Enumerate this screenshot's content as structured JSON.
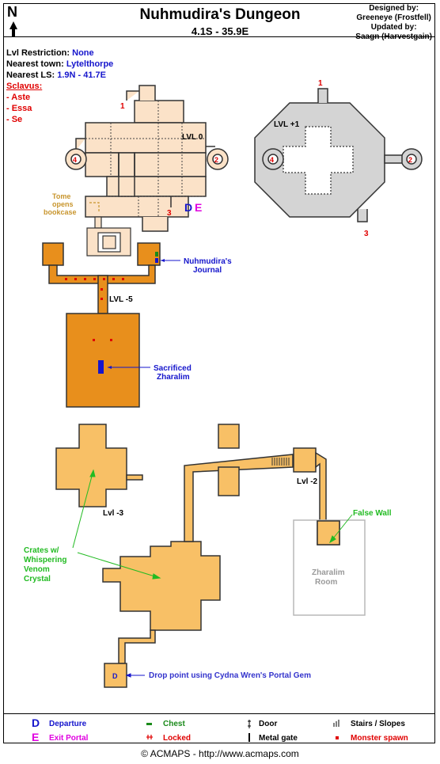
{
  "header": {
    "title": "Nuhmudira's Dungeon",
    "coords": "4.1S - 35.9E",
    "north": "N",
    "credits": [
      "Designed by:",
      "Greeneye (Frostfell)",
      "Updated by:",
      "Saagn (Harvestgain)"
    ]
  },
  "info": {
    "restriction_label": "Lvl Restriction:",
    "restriction_value": "None",
    "town_label": "Nearest town:",
    "town_value": "Lytelthorpe",
    "ls_label": "Nearest LS:",
    "ls_value": "1.9N - 41.7E",
    "boss_title": "Sclavus:",
    "boss_items": [
      "- Aste",
      "- Essa",
      "- Se"
    ]
  },
  "map": {
    "level0": "LVL 0",
    "level_plus1": "LVL +1",
    "level_minus5": "LVL -5",
    "level_minus3": "Lvl -3",
    "level_minus2": "Lvl -2",
    "tome": [
      "Tome",
      "opens",
      "bookcase"
    ],
    "journal": [
      "Nuhmudira's",
      "Journal"
    ],
    "sacrificed": [
      "Sacrificed",
      "Zharalim"
    ],
    "crates": [
      "Crates w/",
      "Whispering",
      "Venom",
      "Crystal"
    ],
    "false_wall": "False Wall",
    "zharalim_room": [
      "Zharalim",
      "Room"
    ],
    "drop_point": "Drop point using Cydna Wren's Portal Gem",
    "markers": {
      "one": "1",
      "two": "2",
      "three": "3",
      "four": "4",
      "d": "D",
      "e": "E"
    },
    "colors": {
      "lvl0": "#fbe2c8",
      "lvl_plus1": "#d4d4d4",
      "lvl_minus5": "#e88f1c",
      "lvl_minus3": "#f8c066",
      "room_border": "#b8b8b8",
      "spawn": "#e00000",
      "departure": "#1515cc",
      "exit": "#e000e0",
      "chest": "#1a8a1a",
      "green_label": "#22bb22"
    }
  },
  "legend": {
    "departure_key": "D",
    "departure": "Departure",
    "exit_key": "E",
    "exit": "Exit Portal",
    "chest": "Chest",
    "locked": "Locked",
    "door": "Door",
    "metal_gate": "Metal gate",
    "stairs": "Stairs / Slopes",
    "spawn": "Monster spawn"
  },
  "footer": {
    "copyright": "© ACMAPS - http://www.acmaps.com"
  }
}
